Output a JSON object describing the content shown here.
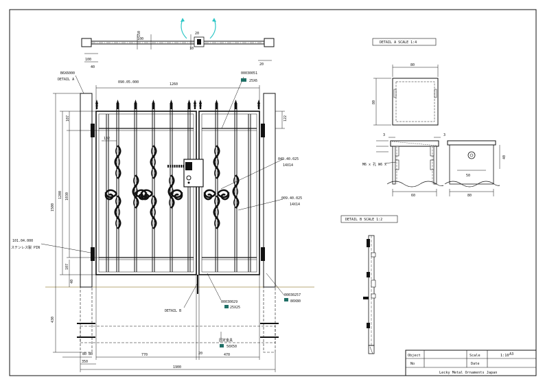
{
  "top_view": {
    "dims": [
      "100",
      "150",
      "20",
      "10",
      "100",
      "40",
      "20"
    ]
  },
  "main_view": {
    "part_left": "B6X6000",
    "detail_a_label": "DETAIL A",
    "rail_code": "090.05.000",
    "rail_width": "1260",
    "part_top": "00030051",
    "part_top_size": "25X6",
    "dim_107_top": "107",
    "dim_132": "132",
    "dim_122": "122",
    "bar_code_a": "049.40.025",
    "bar_size_a": "14X14",
    "bar_code_b": "009.40.025",
    "bar_size_b": "14X14",
    "dim_1500_v": "1500",
    "dim_1200_v": "1200",
    "dim_1030_v": "1030",
    "dim_107_bottom": "107",
    "dim_40": "40",
    "dim_430": "430",
    "pin_code": "101.04.000",
    "pin_label": "ステンレス製 PIN",
    "detail_b_label": "DETAIL B",
    "part_mid": "00030029",
    "part_mid_size": "25X25",
    "part_right": "00030257",
    "part_right_size": "80X80",
    "anchor_label": "固定金具",
    "anchor_size": "50X50",
    "dim_80_80": "80 80",
    "dim_350": "350",
    "dim_770": "770",
    "dim_20": "20",
    "dim_470": "470",
    "dim_1900": "1900"
  },
  "detail_a": {
    "title": "DETAIL A  SCALE 1:4",
    "dim_80_top": "80",
    "dim_80_left": "80",
    "dim_3_left": "3",
    "dim_3_right": "3",
    "bolt_label": "M6 x 孔 W6 x",
    "dim_60": "60",
    "dim_80_bottom": "80",
    "dim_50": "50",
    "dim_40": "40"
  },
  "detail_b": {
    "title": "DETAIL B  SCALE 1:2"
  },
  "title_block": {
    "object_label": "Object",
    "scale_label": "Scale",
    "scale_value": "1:10",
    "sheet_size": "A3",
    "no_label": "No",
    "date_label": "Date",
    "company": "Lecky Metal Ornaments Japan"
  },
  "colors": {
    "ground_line": "#b8a978",
    "arrow_cyan": "#2cc6c6",
    "tag_fill": "#1f6f66"
  }
}
